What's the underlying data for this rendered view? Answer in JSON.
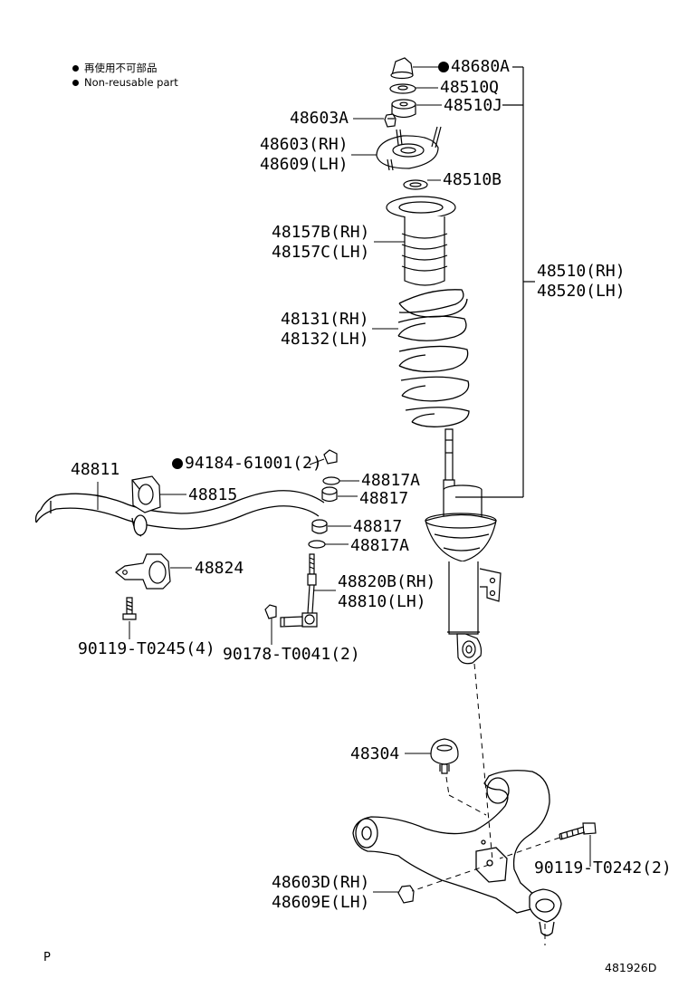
{
  "legend": {
    "line_ja": "再使用不可部品",
    "line_en": "Non-reusable part"
  },
  "labels": {
    "p48680A": "48680A",
    "p48510Q": "48510Q",
    "p48510J": "48510J",
    "p48603A": "48603A",
    "p48603RH": "48603(RH)",
    "p48609LH": "48609(LH)",
    "p48510B": "48510B",
    "p48157B": "48157B(RH)",
    "p48157C": "48157C(LH)",
    "p48510RH": "48510(RH)",
    "p48520LH": "48520(LH)",
    "p48131": "48131(RH)",
    "p48132": "48132(LH)",
    "p94184": "94184-61001(2)",
    "p48811": "48811",
    "p48817A_1": "48817A",
    "p48815": "48815",
    "p48817_1": "48817",
    "p48817_2": "48817",
    "p48817A_2": "48817A",
    "p48824": "48824",
    "p48820B": "48820B(RH)",
    "p48810": "48810(LH)",
    "p90119a": "90119-T0245(4)",
    "p90178": "90178-T0041(2)",
    "p48304": "48304",
    "p90119b": "90119-T0242(2)",
    "p48603D": "48603D(RH)",
    "p48609E": "48609E(LH)"
  },
  "footer": {
    "left": "P",
    "right": "481926D"
  }
}
